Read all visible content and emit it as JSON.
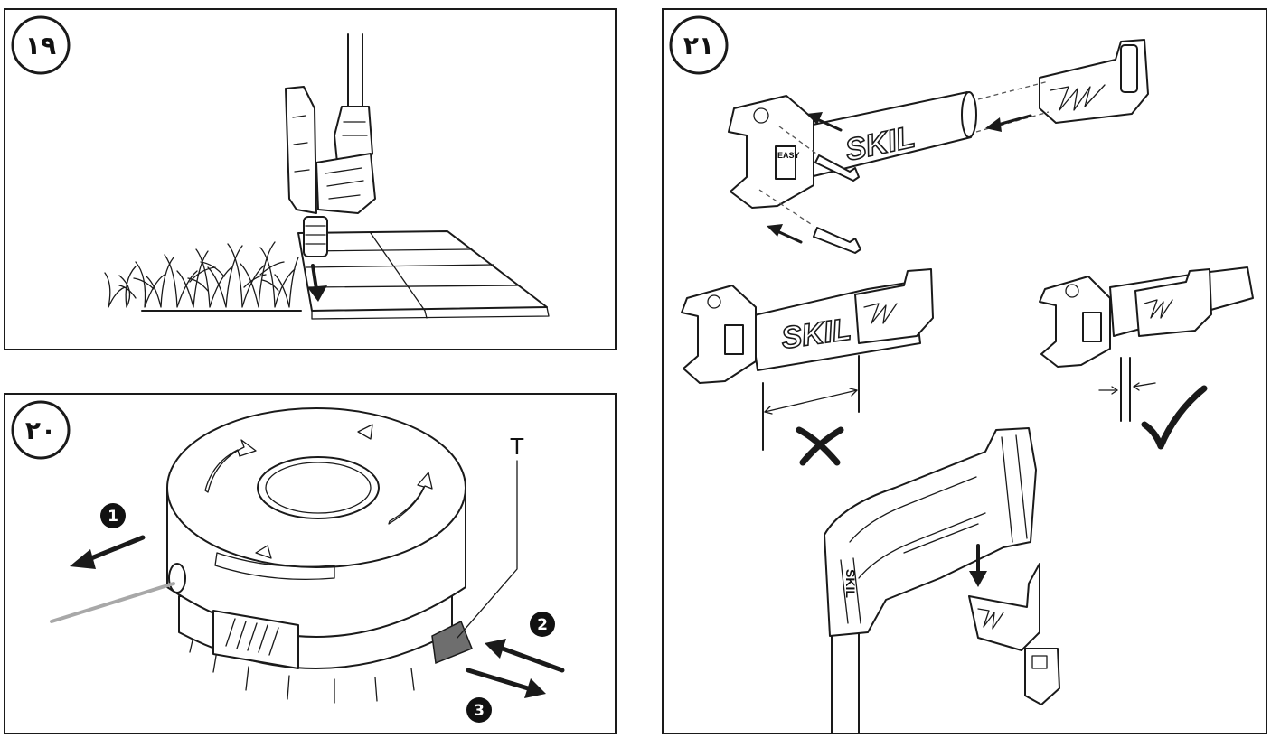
{
  "panels": [
    {
      "number": "١٩"
    },
    {
      "number": "٢٠",
      "callout": "T",
      "steps": [
        "1",
        "2",
        "3"
      ]
    },
    {
      "number": "٢١",
      "brand": "SKIL",
      "clip_label": "EASY"
    }
  ],
  "colors": {
    "ink": "#1a1a1a",
    "trimmer_line": "#a8a8a8",
    "background": "#ffffff"
  },
  "icons": [
    "cross-icon",
    "check-icon",
    "arrow-icon"
  ]
}
